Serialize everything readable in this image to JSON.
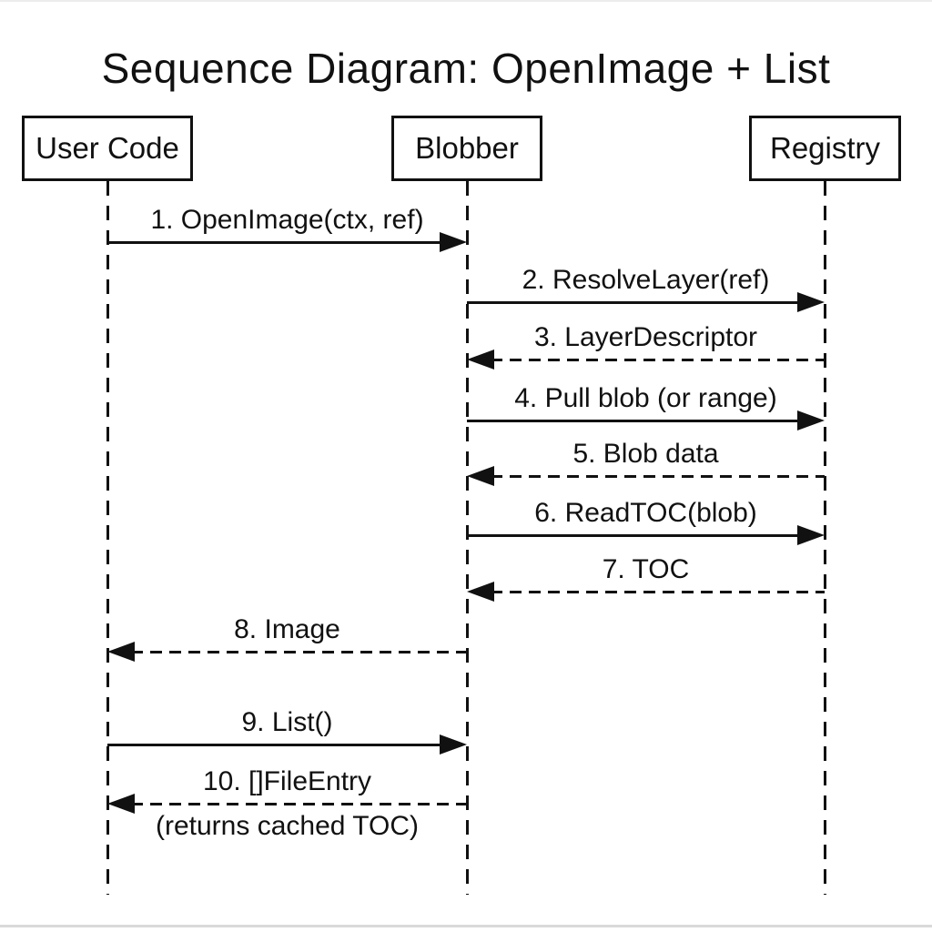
{
  "title": "Sequence Diagram: OpenImage + List",
  "colors": {
    "line": "#111111",
    "background": "#ffffff"
  },
  "actors": [
    {
      "id": "user-code",
      "label": "User Code"
    },
    {
      "id": "blobber",
      "label": "Blobber"
    },
    {
      "id": "registry",
      "label": "Registry"
    }
  ],
  "messages": [
    {
      "label": "1. OpenImage(ctx, ref)",
      "from": "user-code",
      "to": "blobber",
      "style": "solid"
    },
    {
      "label": "2. ResolveLayer(ref)",
      "from": "blobber",
      "to": "registry",
      "style": "solid"
    },
    {
      "label": "3. LayerDescriptor",
      "from": "registry",
      "to": "blobber",
      "style": "dashed"
    },
    {
      "label": "4. Pull blob (or range)",
      "from": "blobber",
      "to": "registry",
      "style": "solid"
    },
    {
      "label": "5. Blob data",
      "from": "registry",
      "to": "blobber",
      "style": "dashed"
    },
    {
      "label": "6. ReadTOC(blob)",
      "from": "blobber",
      "to": "registry",
      "style": "solid"
    },
    {
      "label": "7. TOC",
      "from": "registry",
      "to": "blobber",
      "style": "dashed"
    },
    {
      "label": "8. Image",
      "from": "blobber",
      "to": "user-code",
      "style": "dashed"
    },
    {
      "label": "9. List()",
      "from": "user-code",
      "to": "blobber",
      "style": "solid"
    },
    {
      "label": "10. []FileEntry",
      "sublabel": "(returns cached TOC)",
      "from": "blobber",
      "to": "user-code",
      "style": "dashed"
    }
  ]
}
